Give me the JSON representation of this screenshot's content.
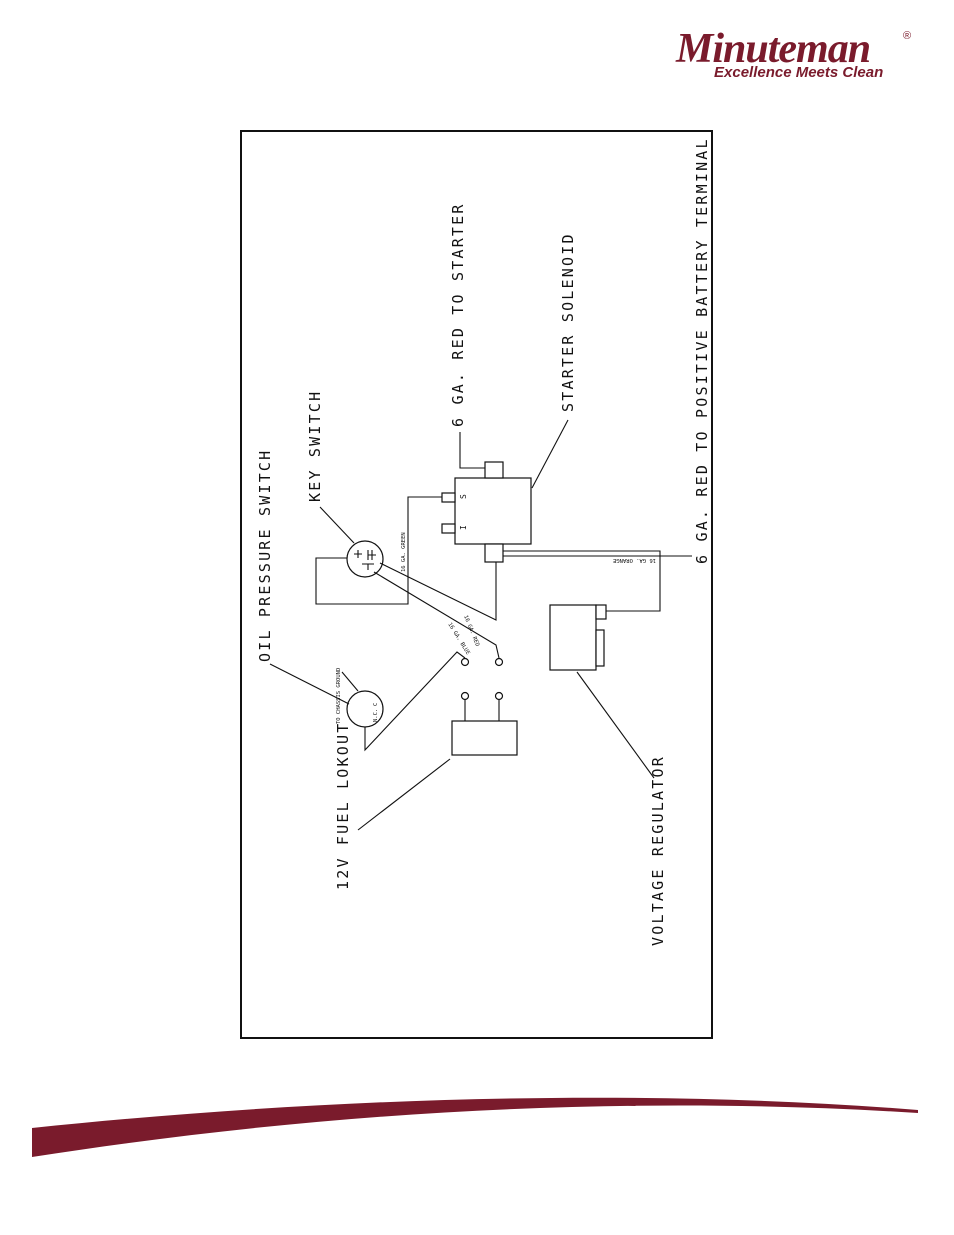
{
  "logo": {
    "brand": "Minuteman",
    "registered": "®",
    "tagline": "Excellence Meets Clean",
    "color": "#7a1b2c"
  },
  "diagram": {
    "labels": {
      "red_to_starter": "6 GA. RED TO STARTER",
      "starter_solenoid": "STARTER SOLENOID",
      "red_to_battery": "6 GA. RED TO POSITIVE BATTERY TERMINAL",
      "key_switch": "KEY SWITCH",
      "oil_pressure_switch": "OIL PRESSURE SWITCH",
      "fuel_lokout": "12V FUEL LOKOUT",
      "voltage_regulator": "VOLTAGE REGULATOR"
    },
    "wire_labels": {
      "green": "16 GA. GREEN",
      "red": "16 GA. RED",
      "blue": "16 GA. BLUE",
      "orange": "16 GA. ORANGE",
      "chassis_ground": "TO CHASSIS GROUND"
    },
    "terminals": {
      "s": "S",
      "i": "I",
      "c": "C",
      "nc": "N.C."
    }
  },
  "swoosh_color": "#7a1b2c"
}
